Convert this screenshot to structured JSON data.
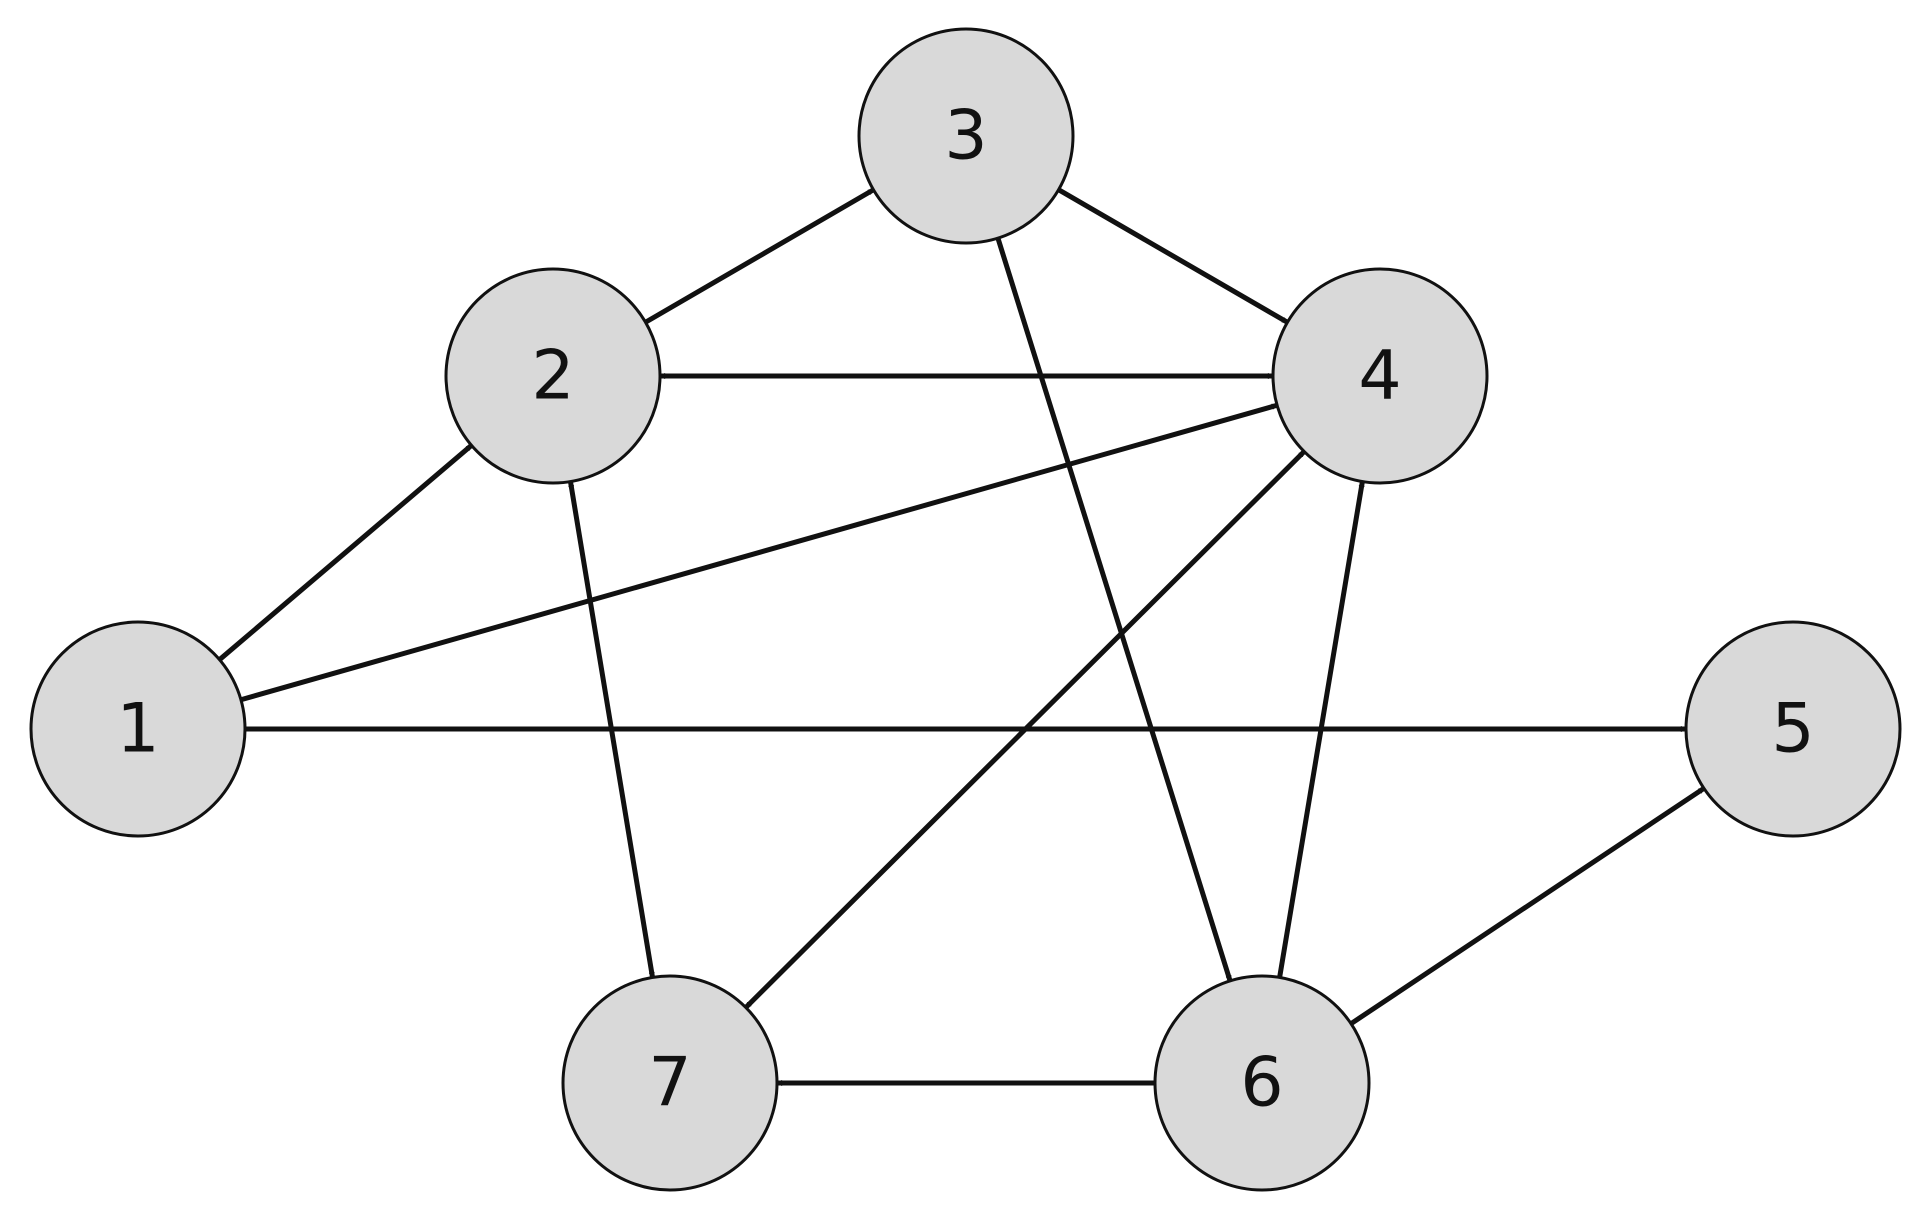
{
  "graph": {
    "directed": true,
    "node_fill": "#d9d9d9",
    "stroke_color": "#111111",
    "nodes": [
      {
        "id": "1",
        "label": "1"
      },
      {
        "id": "2",
        "label": "2"
      },
      {
        "id": "3",
        "label": "3"
      },
      {
        "id": "4",
        "label": "4"
      },
      {
        "id": "5",
        "label": "5"
      },
      {
        "id": "6",
        "label": "6"
      },
      {
        "id": "7",
        "label": "7"
      }
    ],
    "edges": [
      {
        "from": "1",
        "to": "2",
        "bidirectional": false
      },
      {
        "from": "1",
        "to": "4",
        "bidirectional": false
      },
      {
        "from": "1",
        "to": "5",
        "bidirectional": false
      },
      {
        "from": "2",
        "to": "3",
        "bidirectional": false
      },
      {
        "from": "2",
        "to": "4",
        "bidirectional": true
      },
      {
        "from": "2",
        "to": "7",
        "bidirectional": true
      },
      {
        "from": "3",
        "to": "4",
        "bidirectional": false
      },
      {
        "from": "3",
        "to": "6",
        "bidirectional": false
      },
      {
        "from": "4",
        "to": "7",
        "bidirectional": true
      },
      {
        "from": "6",
        "to": "4",
        "bidirectional": false
      },
      {
        "from": "6",
        "to": "5",
        "bidirectional": false
      },
      {
        "from": "6",
        "to": "7",
        "bidirectional": false
      }
    ]
  }
}
